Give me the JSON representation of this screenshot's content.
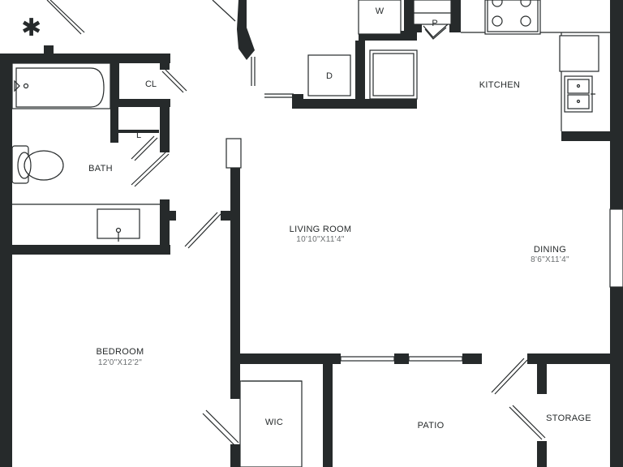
{
  "symbols": {
    "star_icon": "✱"
  },
  "rooms": {
    "living": {
      "name": "LIVING ROOM",
      "dims": "10'10\"X11'4\""
    },
    "dining": {
      "name": "DINING",
      "dims": "8'6\"X11'4\""
    },
    "bedroom": {
      "name": "BEDROOM",
      "dims": "12'0\"X12'2\""
    },
    "kitchen": {
      "name": "KITCHEN"
    },
    "bath": {
      "name": "BATH"
    },
    "wic": {
      "name": "WIC"
    },
    "patio": {
      "name": "PATIO"
    },
    "storage": {
      "name": "STORAGE"
    }
  },
  "fixtures": {
    "closet": "CL",
    "linen": "L",
    "washer": "W",
    "dryer": "D",
    "pantry": "P"
  },
  "colors": {
    "wall": "#262a2b",
    "background": "#ffffff",
    "dim_text": "#6a6e70"
  }
}
